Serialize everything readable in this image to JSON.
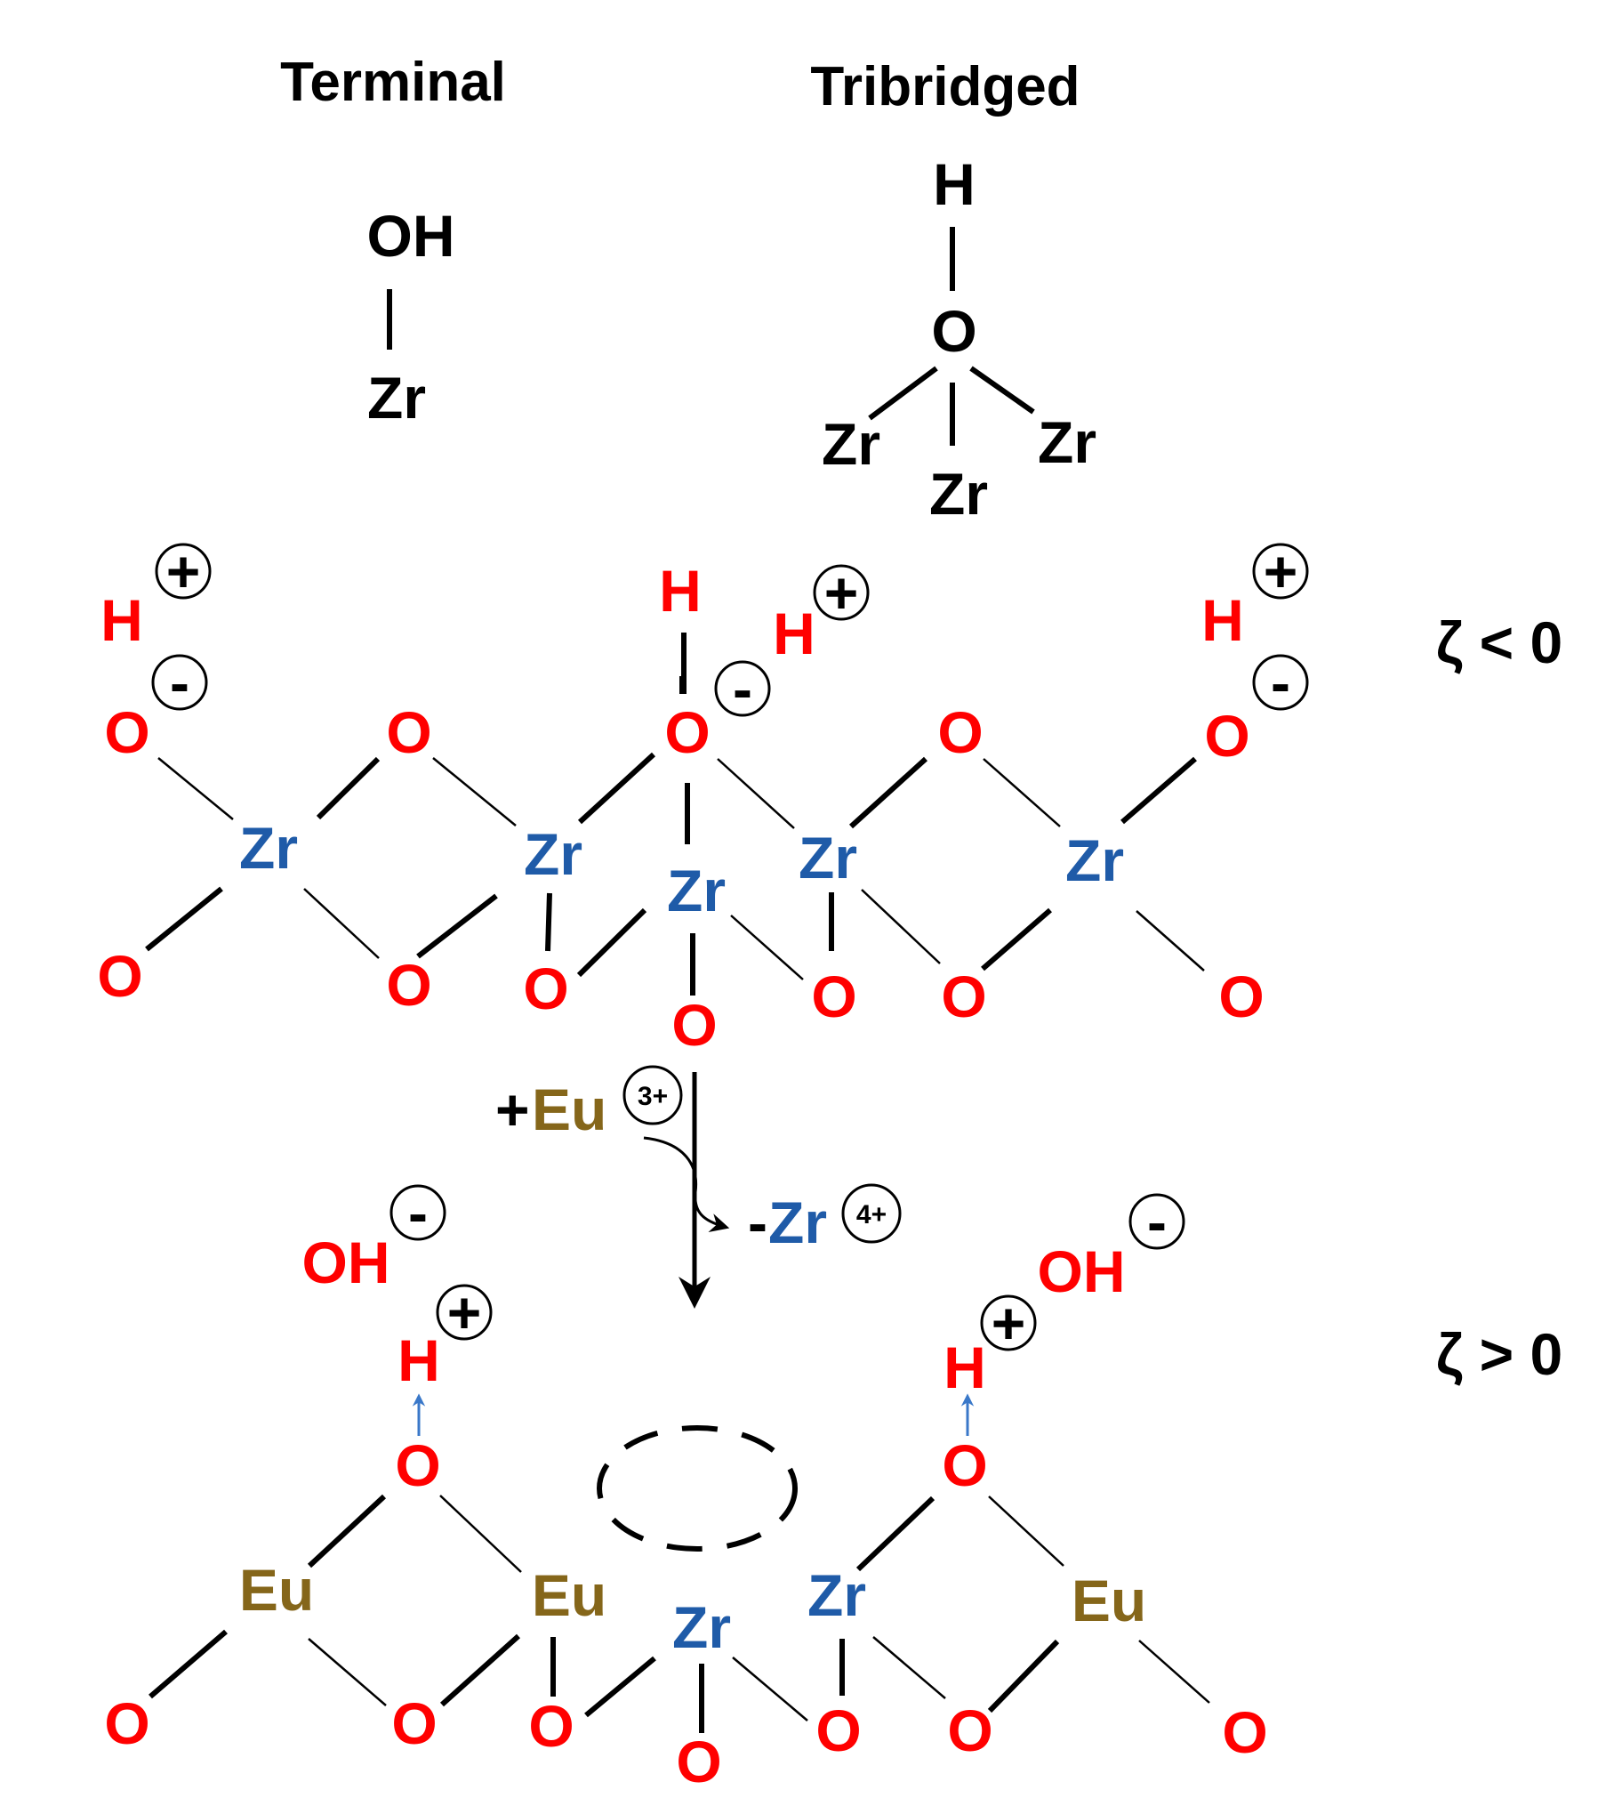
{
  "colors": {
    "oxygen": "#ff0000",
    "zirconium": "#1f5ba8",
    "europium": "#85661a",
    "neutral": "#000000",
    "proton_arrow": "#3a78c9"
  },
  "headings": {
    "terminal": "Terminal",
    "tribridged": "Tribridged"
  },
  "terminal_group": {
    "top": "OH",
    "bottom": "Zr"
  },
  "tribridged_group": {
    "h": "H",
    "o": "O",
    "zr_left": "Zr",
    "zr_right": "Zr",
    "zr_bottom": "Zr"
  },
  "zeta": {
    "negative": "ζ < 0",
    "positive": "ζ > 0"
  },
  "atoms": {
    "o": "O",
    "h": "H",
    "oh": "OH",
    "zr": "Zr",
    "eu": "Eu"
  },
  "charges": {
    "plus": "+",
    "minus": "-",
    "eu_charge": "3+",
    "zr_charge": "4+"
  },
  "reaction": {
    "add_prefix": "+",
    "add_species": "Eu",
    "remove_prefix": "-",
    "remove_species": "Zr"
  },
  "icons": [
    "circled-plus-icon",
    "circled-minus-icon",
    "reaction-arrow-icon",
    "proton-arrow-icon",
    "vacancy-ellipse-icon"
  ]
}
